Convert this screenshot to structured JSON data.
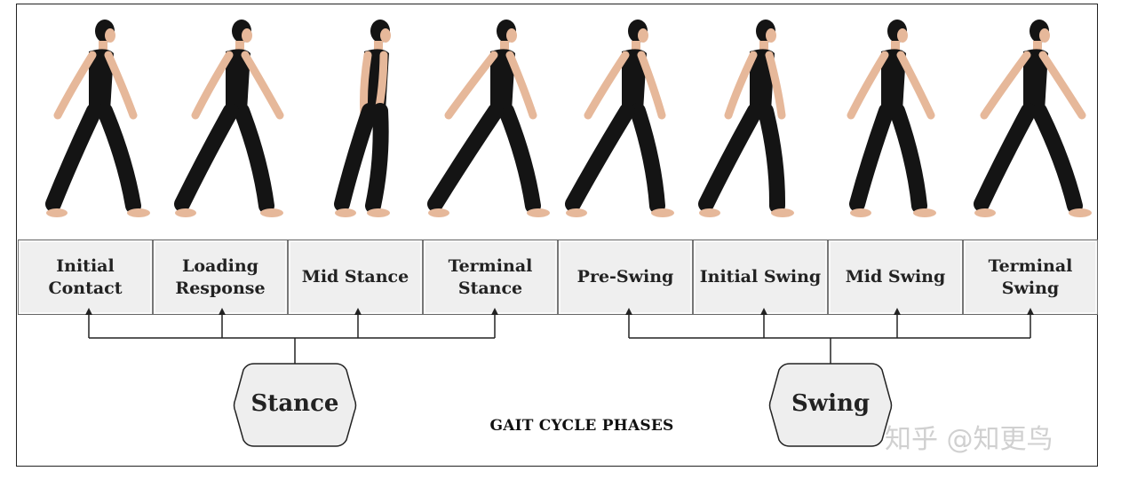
{
  "diagram": {
    "phases": [
      {
        "label": "Initial\nContact"
      },
      {
        "label": "Loading\nResponse"
      },
      {
        "label": "Mid Stance"
      },
      {
        "label": "Terminal\nStance"
      },
      {
        "label": "Pre-Swing"
      },
      {
        "label": "Initial Swing"
      },
      {
        "label": "Mid Swing"
      },
      {
        "label": "Terminal\nSwing"
      }
    ],
    "groups": {
      "stance": "Stance",
      "swing": "Swing"
    },
    "caption": "GAIT CYCLE PHASES",
    "watermark": "知乎 @知更鸟",
    "colors": {
      "cell_bg": "#efefef",
      "line": "#222222",
      "hex_fill": "#eeeeee",
      "figure": "#141414",
      "skin": "#e6b89a"
    }
  }
}
